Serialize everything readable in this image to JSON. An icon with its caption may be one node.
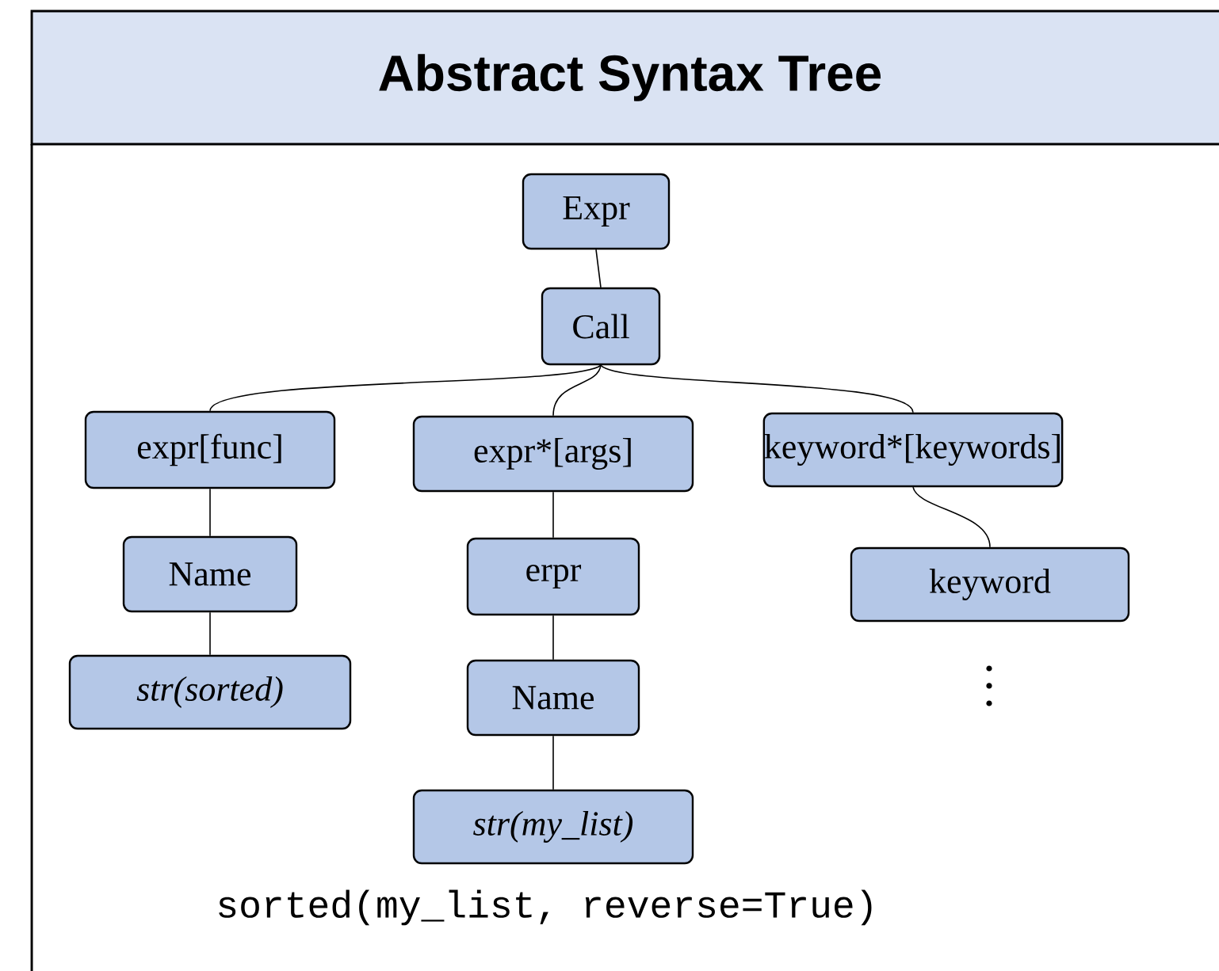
{
  "diagram": {
    "title": "Abstract Syntax Tree",
    "nodes": [
      {
        "text": [
          "Expr"
        ]
      },
      {
        "text": [
          "Call"
        ]
      },
      {
        "text": [
          "expr[func]"
        ]
      },
      {
        "text": [
          "expr*[args]"
        ]
      },
      {
        "text": [
          "keyword*[keywords]"
        ]
      },
      {
        "text": [
          "Name"
        ]
      },
      {
        "text": [
          "erpr"
        ]
      },
      {
        "text": [
          "keyword"
        ]
      },
      {
        "text": [
          "str(sorted)"
        ]
      },
      {
        "text": [
          "Name"
        ]
      },
      {
        "text": [
          "str(my_list)"
        ]
      }
    ],
    "edges": [
      {
        "from": 0,
        "to": 1,
        "arrow": "none"
      },
      {
        "from": 1,
        "to": 2,
        "arrow": "none"
      },
      {
        "from": 1,
        "to": 3,
        "arrow": "none"
      },
      {
        "from": 1,
        "to": 4,
        "arrow": "none"
      },
      {
        "from": 2,
        "to": 5,
        "arrow": "none"
      },
      {
        "from": 3,
        "to": 6,
        "arrow": "none"
      },
      {
        "from": 4,
        "to": 7,
        "arrow": "none"
      },
      {
        "from": 5,
        "to": 8,
        "arrow": "none"
      },
      {
        "from": 6,
        "to": 9,
        "arrow": "none"
      },
      {
        "from": 9,
        "to": 10,
        "arrow": "none"
      }
    ],
    "labels": [
      "sorted(my_list, reverse=True)"
    ]
  }
}
